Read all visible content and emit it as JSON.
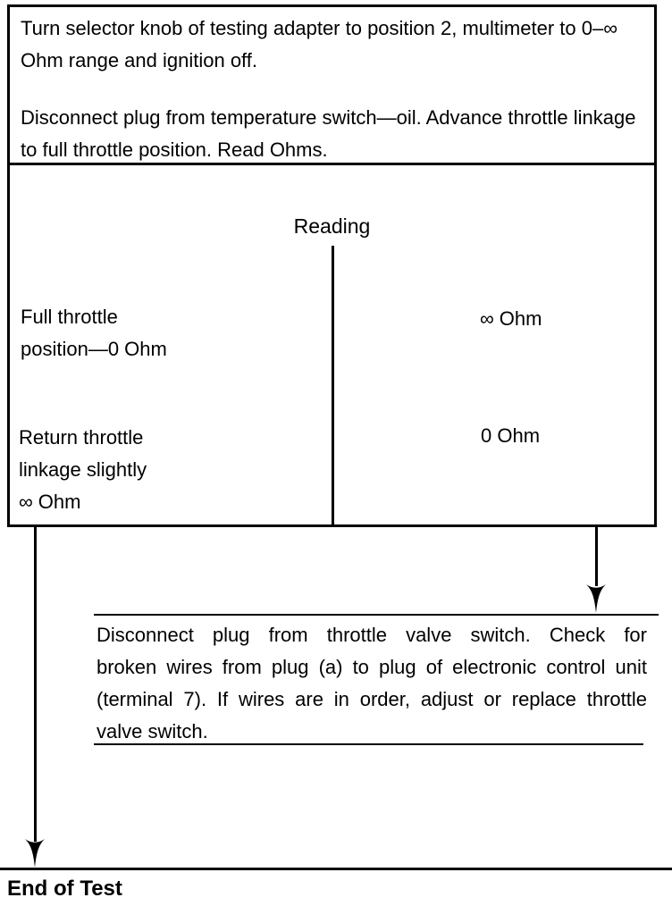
{
  "colors": {
    "ink": "#000000",
    "paper": "#ffffff"
  },
  "instruction_box": {
    "paragraph1": "Turn selector knob of testing adapter to position 2, multimeter to 0–∞ Ohm range and ignition off.",
    "paragraph2": "Disconnect plug from temperature switch—oil. Advance throttle linkage to full throttle position. Read Ohms."
  },
  "reading_table": {
    "title": "Reading",
    "rows": [
      {
        "condition_lines": [
          "Full throttle",
          "position—0 Ohm"
        ],
        "reading": "∞ Ohm"
      },
      {
        "condition_lines": [
          "Return throttle",
          "linkage slightly",
          "∞ Ohm"
        ],
        "reading": "0 Ohm"
      }
    ]
  },
  "icons": {
    "left_arrow": "down-arrow",
    "right_arrow": "down-arrow"
  },
  "advice_box": {
    "lines": [
      "Disconnect plug from throttle valve switch. Check for",
      "broken wires from plug (a) to plug of electronic control unit",
      "(terminal 7). If wires are in order, adjust or replace throttle",
      "valve switch."
    ]
  },
  "end_label": "End of Test"
}
